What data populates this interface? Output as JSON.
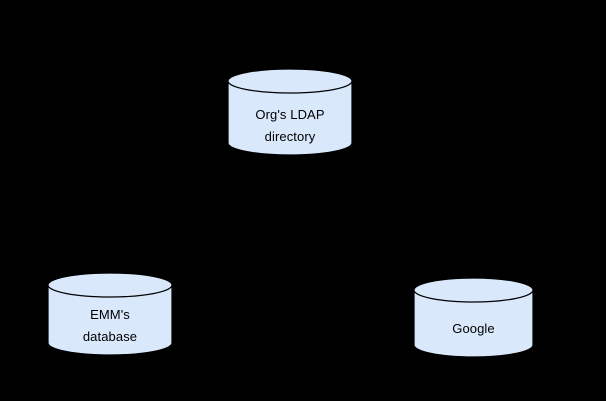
{
  "diagram": {
    "background_color": "#000000",
    "shape_fill_color": "#dae8fc",
    "shape_stroke_color": "#000000",
    "text_color": "#000000",
    "nodes": [
      {
        "id": "ldap",
        "shape": "cylinder",
        "label": "Org's LDAP\ndirectory",
        "line1": "Org's LDAP",
        "line2": "directory"
      },
      {
        "id": "emm",
        "shape": "cylinder",
        "label": "EMM's\ndatabase",
        "line1": "EMM's",
        "line2": "database"
      },
      {
        "id": "google",
        "shape": "cylinder",
        "label": "Google",
        "line1": "Google",
        "line2": ""
      }
    ],
    "connectors": []
  }
}
